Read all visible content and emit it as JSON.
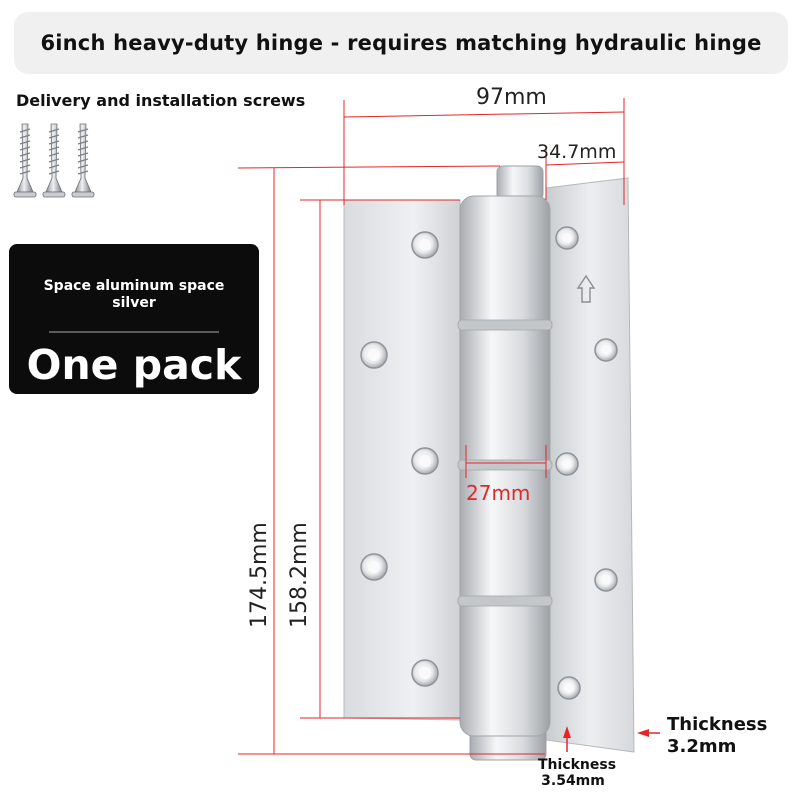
{
  "header": {
    "title": "6inch heavy-duty hinge - requires matching hydraulic hinge"
  },
  "screws": {
    "label": "Delivery and installation screws",
    "icon": "screw-icon"
  },
  "badge": {
    "material": "Space aluminum space silver",
    "quantity": "One pack"
  },
  "dimensions": {
    "width": "97mm",
    "leaf_width": "34.7mm",
    "knuckle_diameter": "27mm",
    "total_height": "174.5mm",
    "leaf_height": "158.2mm"
  },
  "thickness": {
    "knuckle_label": "Thickness",
    "knuckle_value": "3.54mm",
    "leaf_label": "Thickness",
    "leaf_value": "3.2mm"
  },
  "colors": {
    "dimension_line": "#e3262a",
    "badge_bg": "#0c0c0c",
    "title_bg": "#f0f0f0",
    "hinge_metal": "#e2e4e6"
  }
}
